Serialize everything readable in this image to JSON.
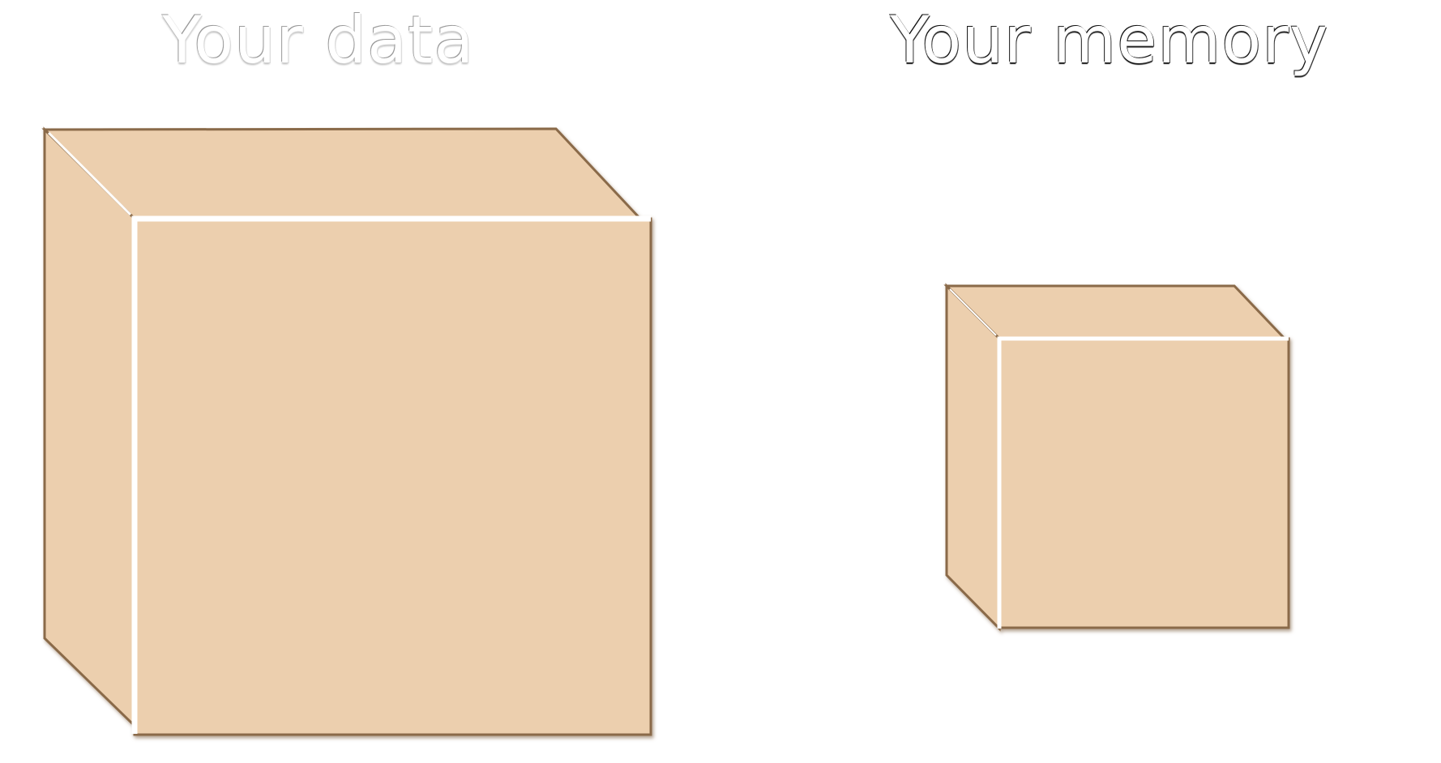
{
  "diagram": {
    "left_title": "Your data",
    "right_title": "Your memory",
    "colors": {
      "cube_face": "#eccfae",
      "cube_edge_dark": "#8a6a48",
      "cube_highlight": "#ffffff",
      "background": "#ffffff"
    },
    "items": [
      {
        "label_ref": "left_title",
        "shape": "cube",
        "relative_size": "large"
      },
      {
        "label_ref": "right_title",
        "shape": "cube",
        "relative_size": "small"
      }
    ]
  }
}
